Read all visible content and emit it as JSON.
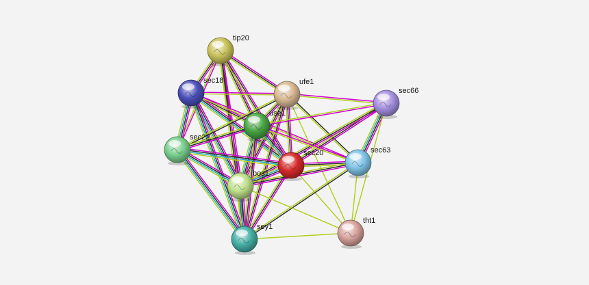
{
  "nodes": [
    {
      "id": "tip20",
      "label": "tip20",
      "color": "#c9c25a"
    },
    {
      "id": "sec18",
      "label": "sec18",
      "color": "#4a4fb8"
    },
    {
      "id": "ufe1",
      "label": "ufe1",
      "color": "#d8b892"
    },
    {
      "id": "sec66",
      "label": "sec66",
      "color": "#a58fe0"
    },
    {
      "id": "use1",
      "label": "use1",
      "color": "#49a645"
    },
    {
      "id": "sec22",
      "label": "sec22",
      "color": "#79cf8d"
    },
    {
      "id": "sec20",
      "label": "sec20",
      "color": "#d62a2a"
    },
    {
      "id": "sec63",
      "label": "sec63",
      "color": "#7fc3e6"
    },
    {
      "id": "bos1",
      "label": "bos1",
      "color": "#bfe08a"
    },
    {
      "id": "tht1",
      "label": "tht1",
      "color": "#d7a29c"
    },
    {
      "id": "sey1",
      "label": "sey1",
      "color": "#45b0a6"
    }
  ],
  "edges": [
    {
      "a": "tip20",
      "b": "sec18",
      "colors": [
        "#d000d0",
        "#303030",
        "#b0d020"
      ]
    },
    {
      "a": "tip20",
      "b": "ufe1",
      "colors": [
        "#d000d0",
        "#303030",
        "#b0d020"
      ]
    },
    {
      "a": "tip20",
      "b": "use1",
      "colors": [
        "#d000d0",
        "#303030",
        "#b0d020"
      ]
    },
    {
      "a": "tip20",
      "b": "sec22",
      "colors": [
        "#d000d0",
        "#b0d020"
      ]
    },
    {
      "a": "tip20",
      "b": "sec20",
      "colors": [
        "#d000d0",
        "#303030",
        "#b0d020"
      ]
    },
    {
      "a": "tip20",
      "b": "bos1",
      "colors": [
        "#d000d0",
        "#303030",
        "#b0d020"
      ]
    },
    {
      "a": "tip20",
      "b": "sey1",
      "colors": [
        "#d000d0",
        "#303030",
        "#b0d020"
      ]
    },
    {
      "a": "sec18",
      "b": "ufe1",
      "colors": [
        "#d000d0",
        "#b0d020"
      ]
    },
    {
      "a": "sec18",
      "b": "use1",
      "colors": [
        "#d000d0",
        "#303030",
        "#b0d020"
      ]
    },
    {
      "a": "sec18",
      "b": "sec22",
      "colors": [
        "#d000d0",
        "#303030",
        "#20b0c0",
        "#b0d020"
      ]
    },
    {
      "a": "sec18",
      "b": "sec20",
      "colors": [
        "#d000d0",
        "#303030",
        "#20b0c0",
        "#b0d020"
      ]
    },
    {
      "a": "sec18",
      "b": "bos1",
      "colors": [
        "#d000d0",
        "#303030",
        "#20b0c0",
        "#b0d020"
      ]
    },
    {
      "a": "sec18",
      "b": "sey1",
      "colors": [
        "#d000d0",
        "#303030",
        "#20b0c0",
        "#b0d020"
      ]
    },
    {
      "a": "sec18",
      "b": "sec63",
      "colors": [
        "#d000d0",
        "#b0d020"
      ]
    },
    {
      "a": "ufe1",
      "b": "sec66",
      "colors": [
        "#d000d0",
        "#b0d020"
      ]
    },
    {
      "a": "ufe1",
      "b": "use1",
      "colors": [
        "#d000d0",
        "#303030",
        "#b0d020"
      ]
    },
    {
      "a": "ufe1",
      "b": "sec22",
      "colors": [
        "#303030",
        "#b0d020"
      ]
    },
    {
      "a": "ufe1",
      "b": "sec20",
      "colors": [
        "#d000d0",
        "#303030",
        "#b0d020"
      ]
    },
    {
      "a": "ufe1",
      "b": "sec63",
      "colors": [
        "#303030",
        "#b0d020"
      ]
    },
    {
      "a": "ufe1",
      "b": "bos1",
      "colors": [
        "#d000d0",
        "#303030",
        "#b0d020"
      ]
    },
    {
      "a": "ufe1",
      "b": "sey1",
      "colors": [
        "#d000d0",
        "#303030",
        "#b0d020"
      ]
    },
    {
      "a": "ufe1",
      "b": "tht1",
      "colors": [
        "#b0d020"
      ]
    },
    {
      "a": "sec66",
      "b": "sec63",
      "colors": [
        "#d000d0",
        "#303030",
        "#20b0c0",
        "#b0d020"
      ]
    },
    {
      "a": "sec66",
      "b": "sec20",
      "colors": [
        "#d000d0",
        "#303030",
        "#b0d020"
      ]
    },
    {
      "a": "sec66",
      "b": "use1",
      "colors": [
        "#d000d0",
        "#b0d020"
      ]
    },
    {
      "a": "sec66",
      "b": "bos1",
      "colors": [
        "#d000d0",
        "#303030",
        "#b0d020"
      ]
    },
    {
      "a": "sec66",
      "b": "tht1",
      "colors": [
        "#b0d020"
      ]
    },
    {
      "a": "use1",
      "b": "sec22",
      "colors": [
        "#d000d0",
        "#303030",
        "#b0d020"
      ]
    },
    {
      "a": "use1",
      "b": "sec20",
      "colors": [
        "#d000d0",
        "#303030",
        "#20b0c0",
        "#b0d020"
      ]
    },
    {
      "a": "use1",
      "b": "bos1",
      "colors": [
        "#d000d0",
        "#303030",
        "#20b0c0",
        "#b0d020"
      ]
    },
    {
      "a": "use1",
      "b": "sey1",
      "colors": [
        "#d000d0",
        "#303030",
        "#b0d020"
      ]
    },
    {
      "a": "use1",
      "b": "sec63",
      "colors": [
        "#d000d0",
        "#b0d020"
      ]
    },
    {
      "a": "sec22",
      "b": "sec20",
      "colors": [
        "#d000d0",
        "#303030",
        "#20b0c0",
        "#b0d020"
      ]
    },
    {
      "a": "sec22",
      "b": "bos1",
      "colors": [
        "#d000d0",
        "#303030",
        "#20b0c0",
        "#b0d020"
      ]
    },
    {
      "a": "sec22",
      "b": "sey1",
      "colors": [
        "#d000d0",
        "#303030",
        "#20b0c0",
        "#b0d020"
      ]
    },
    {
      "a": "sec20",
      "b": "sec63",
      "colors": [
        "#d000d0",
        "#303030",
        "#b0d020"
      ]
    },
    {
      "a": "sec20",
      "b": "bos1",
      "colors": [
        "#d000d0",
        "#303030",
        "#20b0c0",
        "#b0d020"
      ]
    },
    {
      "a": "sec20",
      "b": "sey1",
      "colors": [
        "#d000d0",
        "#303030",
        "#b0d020"
      ]
    },
    {
      "a": "sec20",
      "b": "tht1",
      "colors": [
        "#b0d020"
      ]
    },
    {
      "a": "sec63",
      "b": "bos1",
      "colors": [
        "#d000d0",
        "#303030",
        "#b0d020"
      ]
    },
    {
      "a": "sec63",
      "b": "sey1",
      "colors": [
        "#303030",
        "#b0d020"
      ]
    },
    {
      "a": "sec63",
      "b": "tht1",
      "colors": [
        "#b0d020"
      ]
    },
    {
      "a": "bos1",
      "b": "sey1",
      "colors": [
        "#d000d0",
        "#303030",
        "#20b0c0",
        "#b0d020"
      ]
    },
    {
      "a": "bos1",
      "b": "tht1",
      "colors": [
        "#b0d020"
      ]
    },
    {
      "a": "sey1",
      "b": "tht1",
      "colors": [
        "#b0d020"
      ]
    }
  ]
}
